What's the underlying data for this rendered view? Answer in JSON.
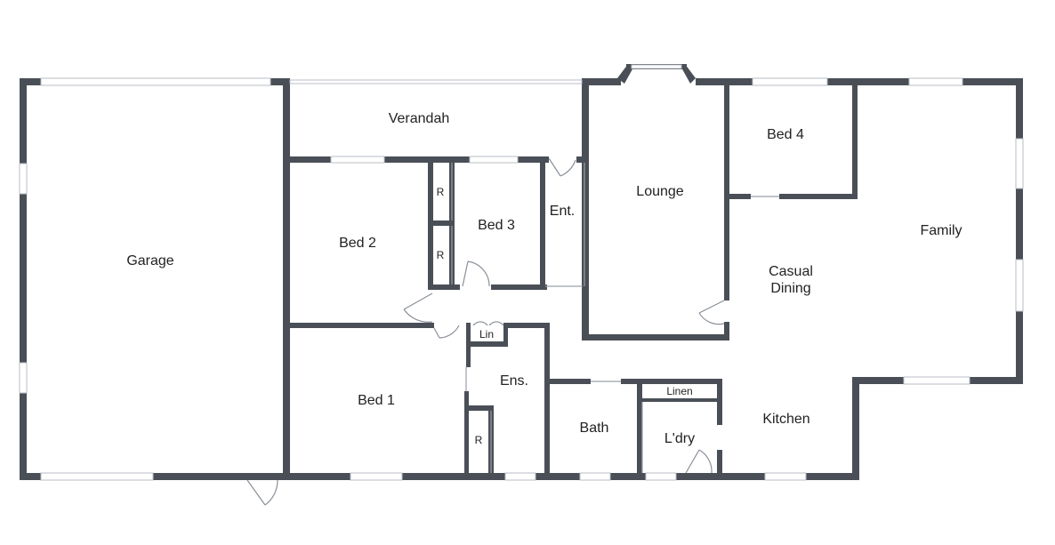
{
  "rooms": {
    "garage": "Garage",
    "verandah": "Verandah",
    "bed1": "Bed 1",
    "bed2": "Bed 2",
    "bed3": "Bed 3",
    "bed4": "Bed 4",
    "robe_a": "R",
    "robe_b": "R",
    "robe_c": "R",
    "entry": "Ent.",
    "lounge": "Lounge",
    "family": "Family",
    "casual_dining_line1": "Casual",
    "casual_dining_line2": "Dining",
    "kitchen": "Kitchen",
    "ensuite": "Ens.",
    "linen_cupboard": "Lin",
    "bath": "Bath",
    "laundry": "L'dry",
    "linen": "Linen"
  },
  "colors": {
    "wall": "#4a4f57",
    "window": "#b9bec5",
    "door_swing": "#8a9099",
    "background": "#ffffff",
    "label": "#222222"
  }
}
